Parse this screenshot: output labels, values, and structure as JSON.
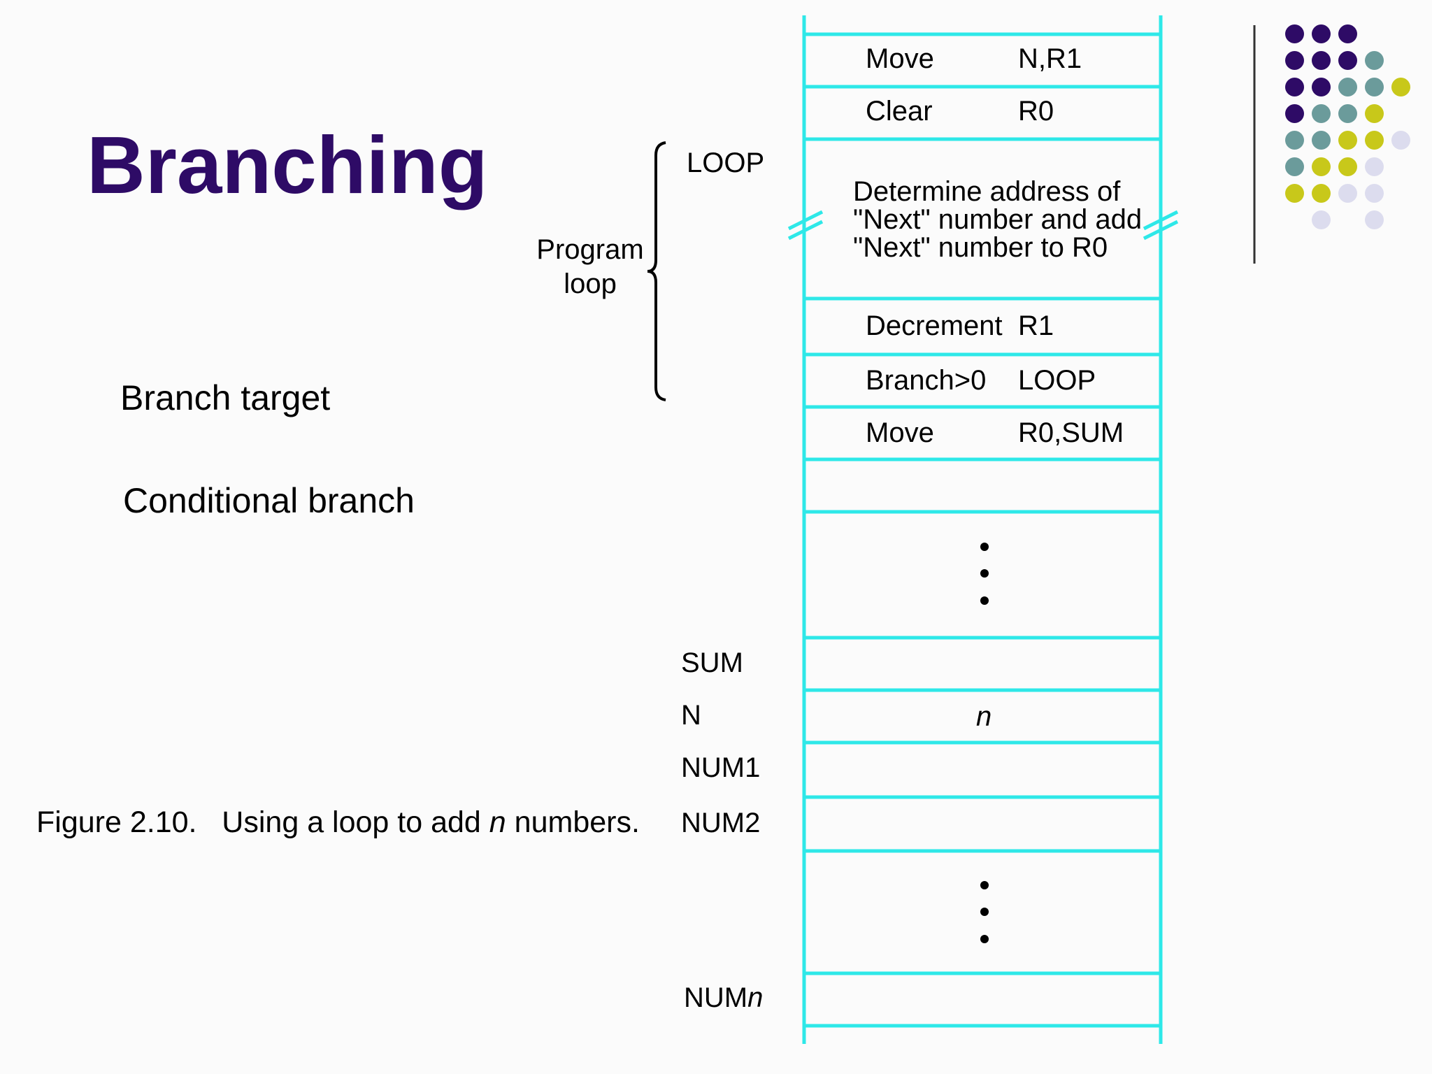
{
  "slide": {
    "title": "Branching",
    "bullets": [
      "Branch target",
      "Conditional branch"
    ],
    "caption": {
      "prefix": "Figure 2.10.   Using a loop to add ",
      "italic": "n",
      "suffix": " numbers."
    }
  },
  "diagram": {
    "program_loop_label": [
      "Program",
      "loop"
    ],
    "side_labels": {
      "loop": "LOOP",
      "sum": "SUM",
      "n": "N",
      "num1": "NUM1",
      "num2": "NUM2",
      "numn_prefix": "NUM",
      "numn_italic": "n"
    },
    "instructions": [
      {
        "opcode": "Move",
        "operand": "N,R1"
      },
      {
        "opcode": "Clear",
        "operand": "R0"
      },
      {
        "lines": [
          "Determine address of",
          "\"Next\" number and add",
          "\"Next\" number to R0"
        ]
      },
      {
        "opcode": "Decrement",
        "operand": "R1"
      },
      {
        "opcode": "Branch>0",
        "operand": "LOOP"
      },
      {
        "opcode": "Move",
        "operand": "R0,SUM"
      }
    ],
    "n_cell_value": "n"
  },
  "colors": {
    "title": "#2e0b66",
    "memory_lines": "#2ee8e8",
    "dot_purple": "#2e0b66",
    "dot_teal": "#6b9b9b",
    "dot_yellow": "#c8c81a",
    "dot_lavender": "#dcdcee"
  }
}
